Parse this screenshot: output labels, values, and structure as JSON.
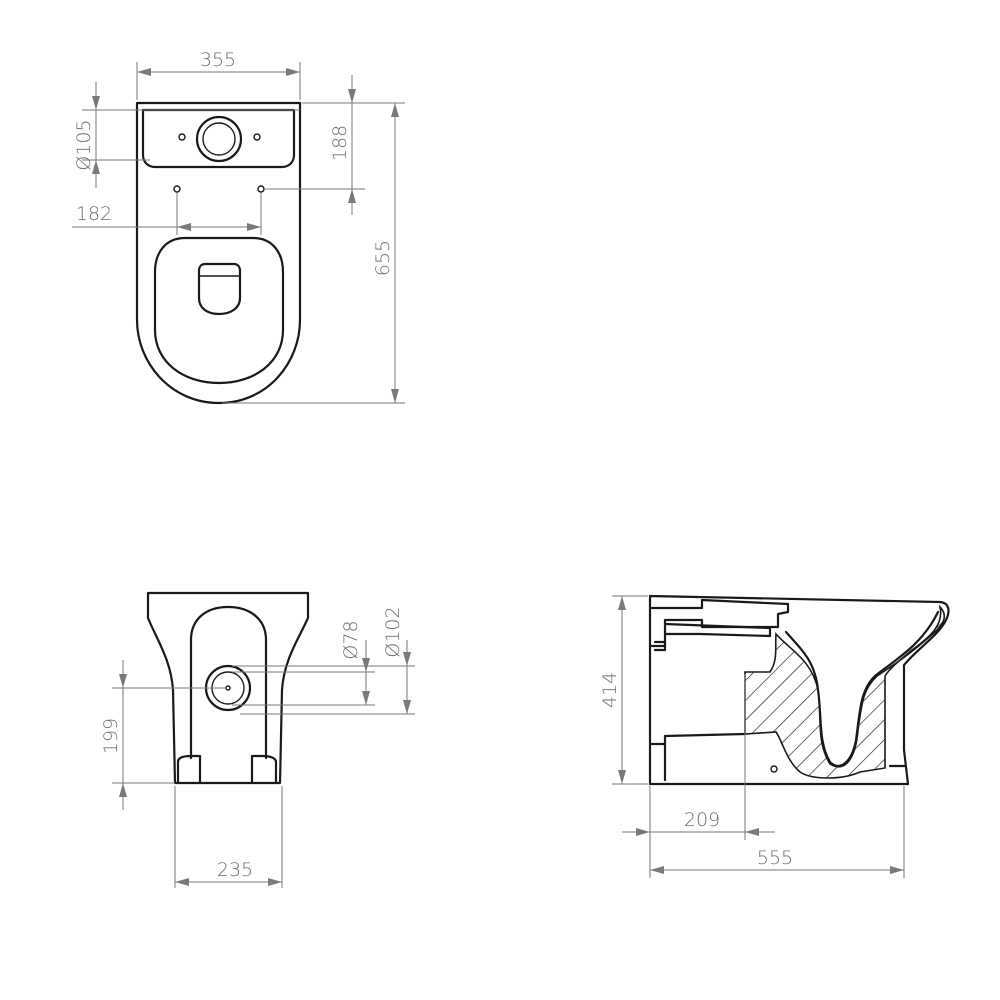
{
  "top_view": {
    "dims": {
      "width": "355",
      "outlet_dia": "Ø105",
      "cistern_depth": "188",
      "fixing_span": "182",
      "total_length": "655"
    }
  },
  "front_view": {
    "dims": {
      "inlet_dia_78": "Ø78",
      "inlet_dia_102": "Ø102",
      "outlet_height": "199",
      "base_width": "235"
    }
  },
  "side_view": {
    "dims": {
      "height": "414",
      "outlet_offset": "209",
      "total_depth": "555"
    }
  }
}
